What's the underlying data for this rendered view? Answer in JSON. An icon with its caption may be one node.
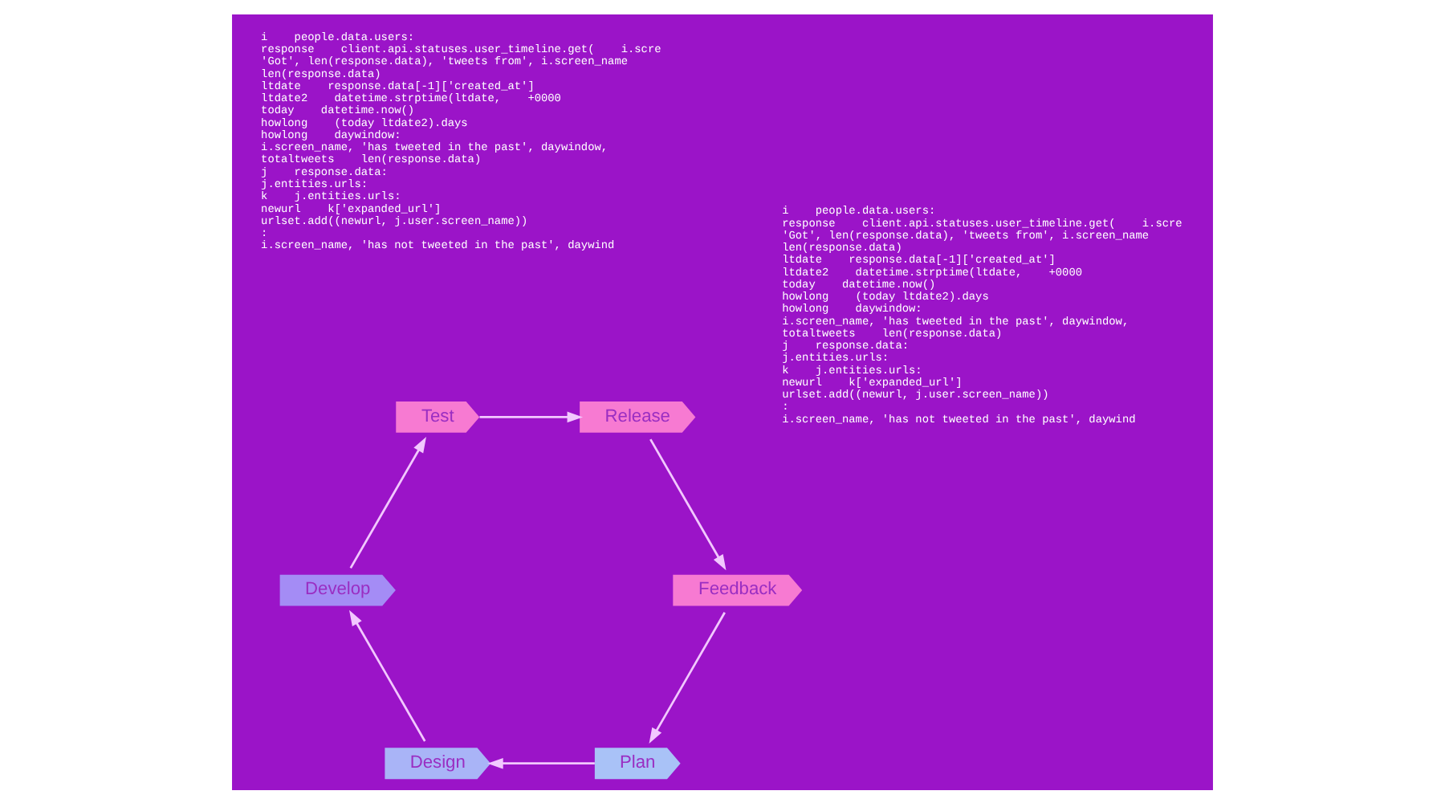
{
  "diagram": {
    "nodes": [
      {
        "text": [
          "Plan"
        ]
      },
      {
        "text": [
          "Design"
        ]
      },
      {
        "text": [
          "Develop"
        ]
      },
      {
        "text": [
          "Test"
        ]
      },
      {
        "text": [
          "Release"
        ]
      },
      {
        "text": [
          "Feedback"
        ]
      }
    ],
    "edges": [
      {
        "from": 0,
        "to": 1,
        "arrow": "to"
      },
      {
        "from": 1,
        "to": 2,
        "arrow": "to"
      },
      {
        "from": 2,
        "to": 3,
        "arrow": "to"
      },
      {
        "from": 3,
        "to": 4,
        "arrow": "to"
      },
      {
        "from": 4,
        "to": 5,
        "arrow": "to"
      },
      {
        "from": 5,
        "to": 0,
        "arrow": "to"
      }
    ],
    "labels": [
      "i    people.data.users:",
      "response    client.api.statuses.user_timeline.get(    i.scre",
      "'Got', len(response.data), 'tweets from', i.screen_name",
      "len(response.data)",
      "ltdate    response.data[-1]['created_at']",
      "ltdate2    datetime.strptime(ltdate,    +0000",
      "today    datetime.now()",
      "howlong    (today ltdate2).days",
      "howlong    daywindow:",
      "i.screen_name, 'has tweeted in the past', daywindow,",
      "totaltweets    len(response.data)",
      "j    response.data:",
      "j.entities.urls:",
      "k    j.entities.urls:",
      "newurl    k['expanded_url']",
      "urlset.add((newurl, j.user.screen_name))",
      ":",
      "i.screen_name, 'has not tweeted in the past', daywind",
      "i    people.data.users:",
      "response    client.api.statuses.user_timeline.get(    i.scre",
      "'Got', len(response.data), 'tweets from', i.screen_name",
      "len(response.data)",
      "ltdate    response.data[-1]['created_at']",
      "ltdate2    datetime.strptime(ltdate,    +0000",
      "today    datetime.now()",
      "howlong    (today ltdate2).days",
      "howlong    daywindow:",
      "i.screen_name, 'has tweeted in the past', daywindow,",
      "totaltweets    len(response.data)",
      "j    response.data:",
      "j.entities.urls:",
      "k    j.entities.urls:",
      "newurl    k['expanded_url']",
      "urlset.add((newurl, j.user.screen_name))",
      ":",
      "i.screen_name, 'has not tweeted in the past', daywind"
    ]
  }
}
